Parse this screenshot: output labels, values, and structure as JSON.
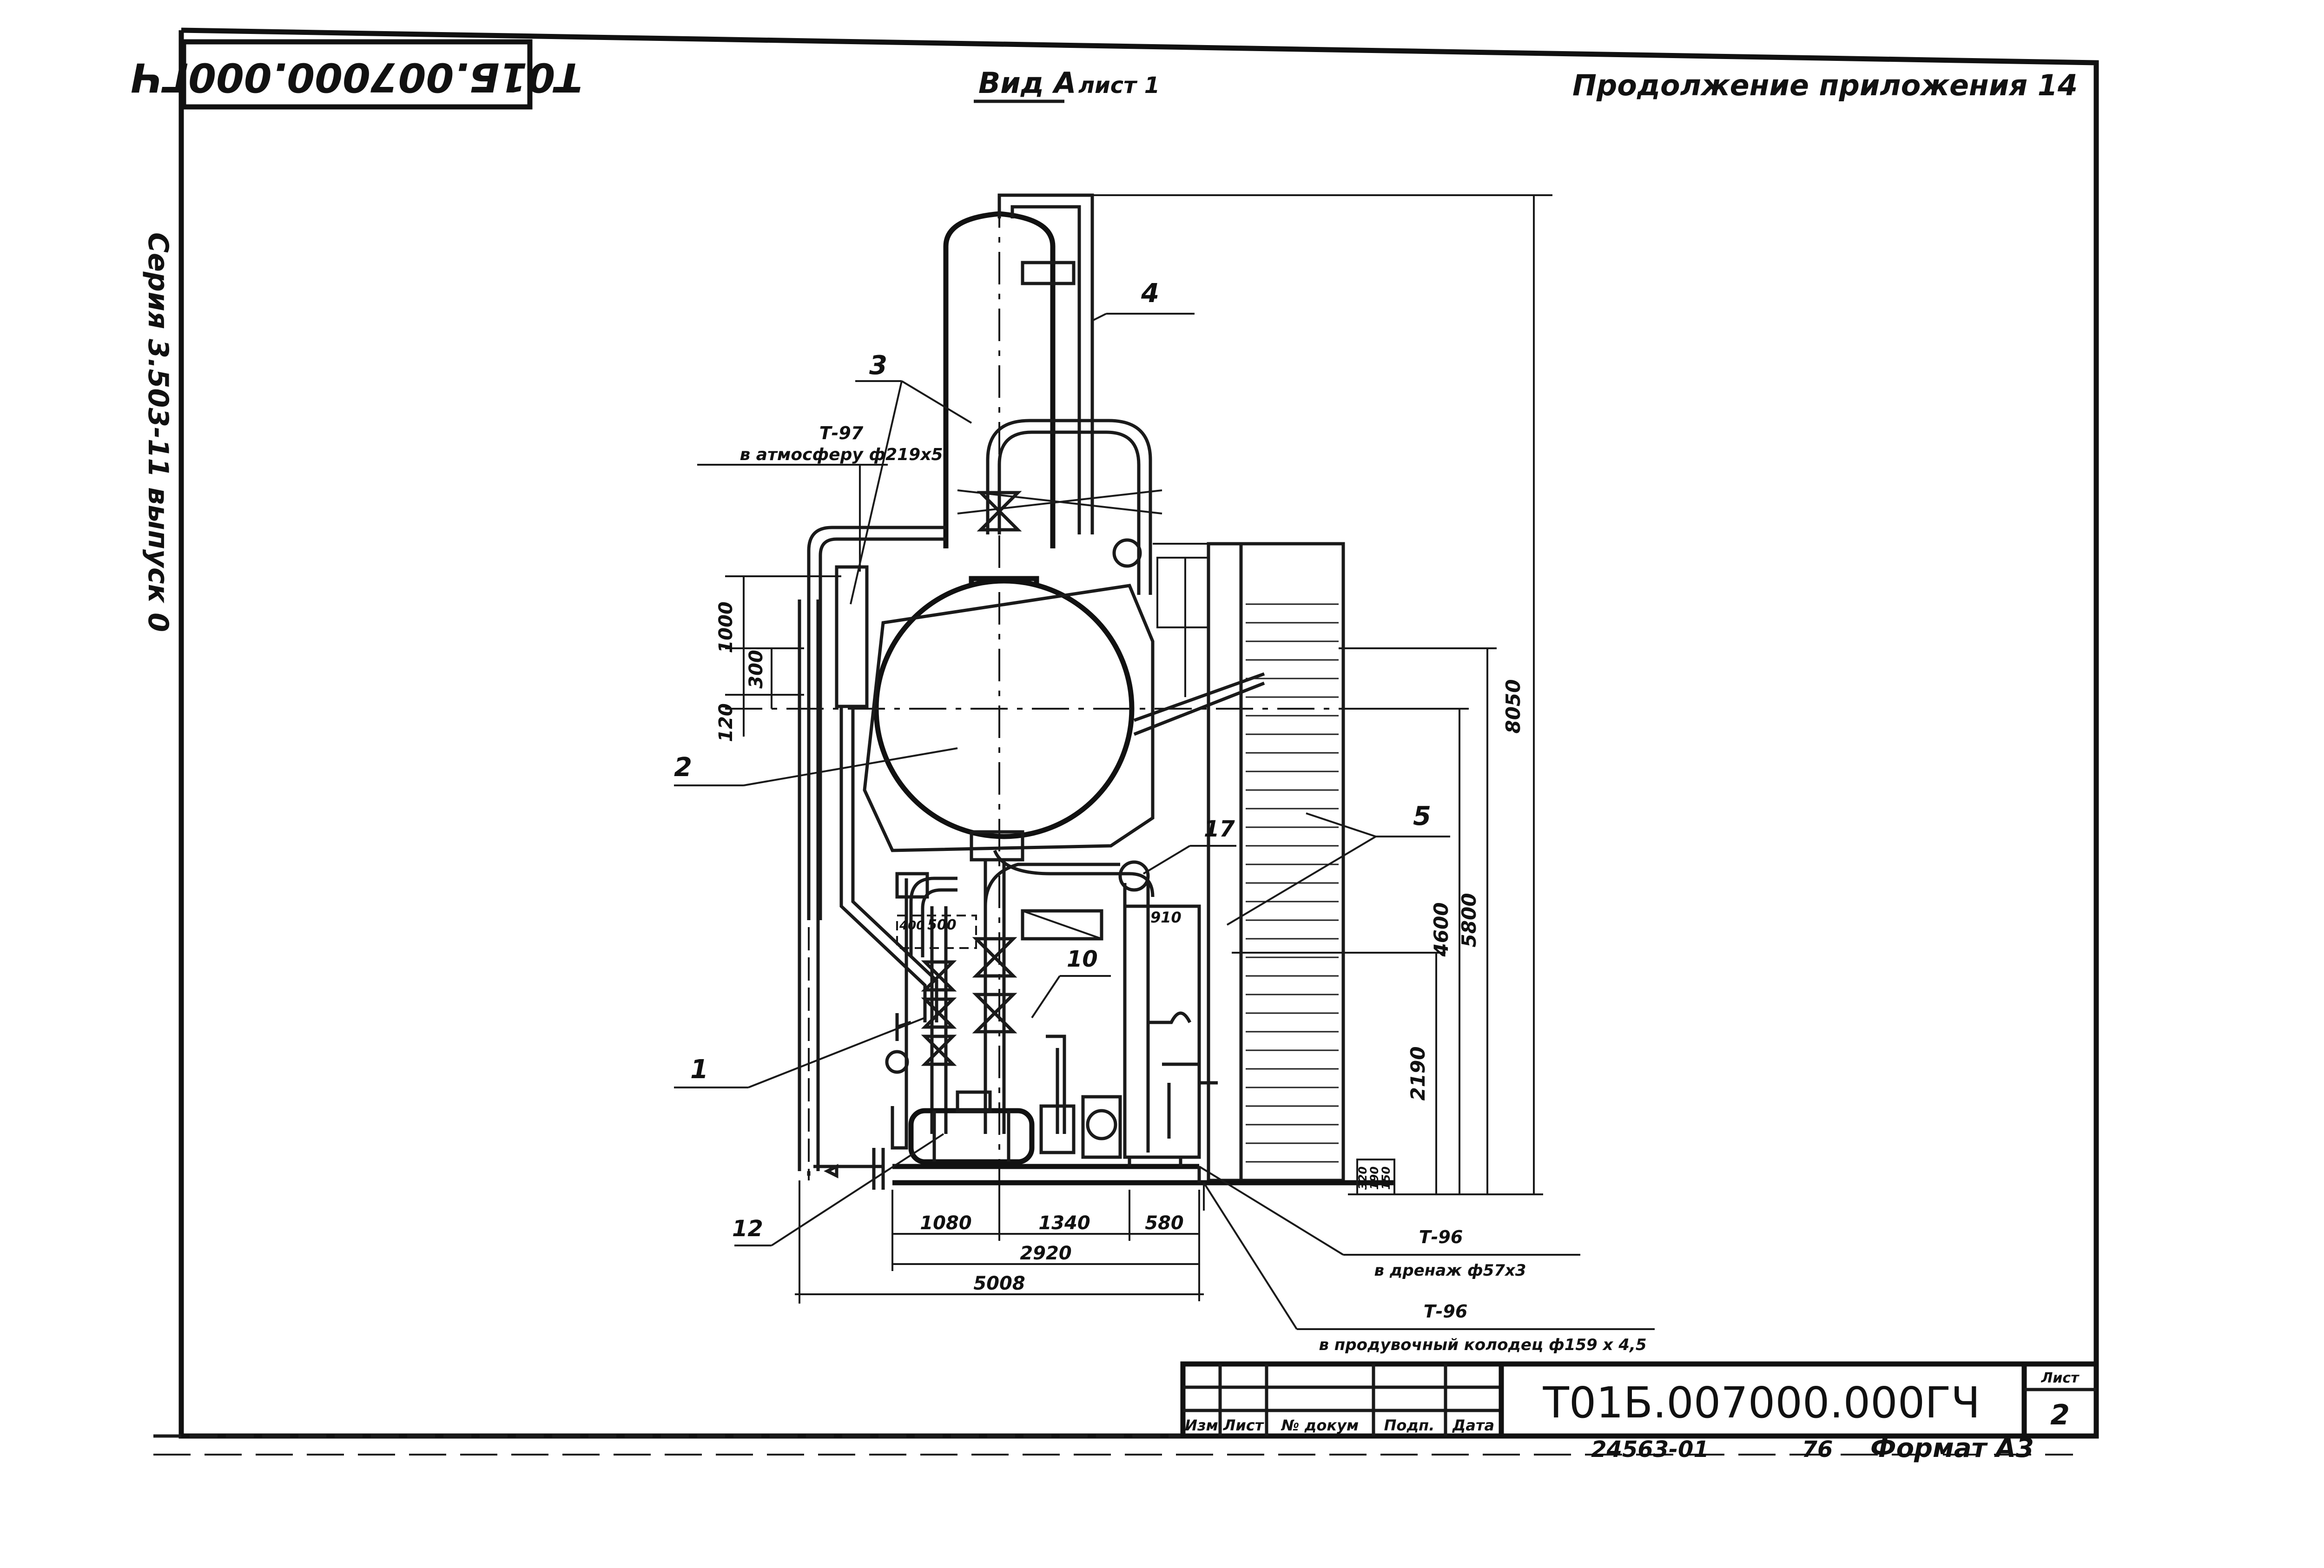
{
  "stamp_top": "Т01Б.007000.000ГЧ",
  "view_title": {
    "name": "Вид А",
    "sheet": "лист 1"
  },
  "appendix_note": "Продолжение приложения 14",
  "side_series": "Серия 3.503-11 выпуск 0",
  "callouts": [
    "1",
    "2",
    "3",
    "4",
    "5",
    "10",
    "12",
    "17"
  ],
  "pipe_notes": {
    "t97_tag": "Т-97",
    "t97_text": "в атмосферу ф219х5",
    "t96a_tag": "Т-96",
    "t96a_text": "в дренаж ф57х3",
    "t96b_tag": "Т-96",
    "t96b_text": "в продувочный колодец ф159 х 4,5"
  },
  "dimensions": {
    "d1000": "1000",
    "d300": "300",
    "d120": "120",
    "d8050": "8050",
    "d5800": "5800",
    "d4600": "4600",
    "d2190": "2190",
    "d910": "910",
    "d500": "500",
    "d400": "400",
    "d1080": "1080",
    "d1340": "1340",
    "d580": "580",
    "d2920": "2920",
    "d5008": "5008",
    "d320": "320",
    "d190": "190",
    "d150": "150"
  },
  "title_block": {
    "doc_code": "Т01Б.007000.000ГЧ",
    "sheet_header": "Лист",
    "sheet_no": "2",
    "col_izm": "Изм",
    "col_list": "Лист",
    "col_doc": "№ докум",
    "col_sign": "Подп.",
    "col_date": "Дата",
    "inv": "24563-01",
    "page": "76",
    "format": "Формат А3"
  }
}
